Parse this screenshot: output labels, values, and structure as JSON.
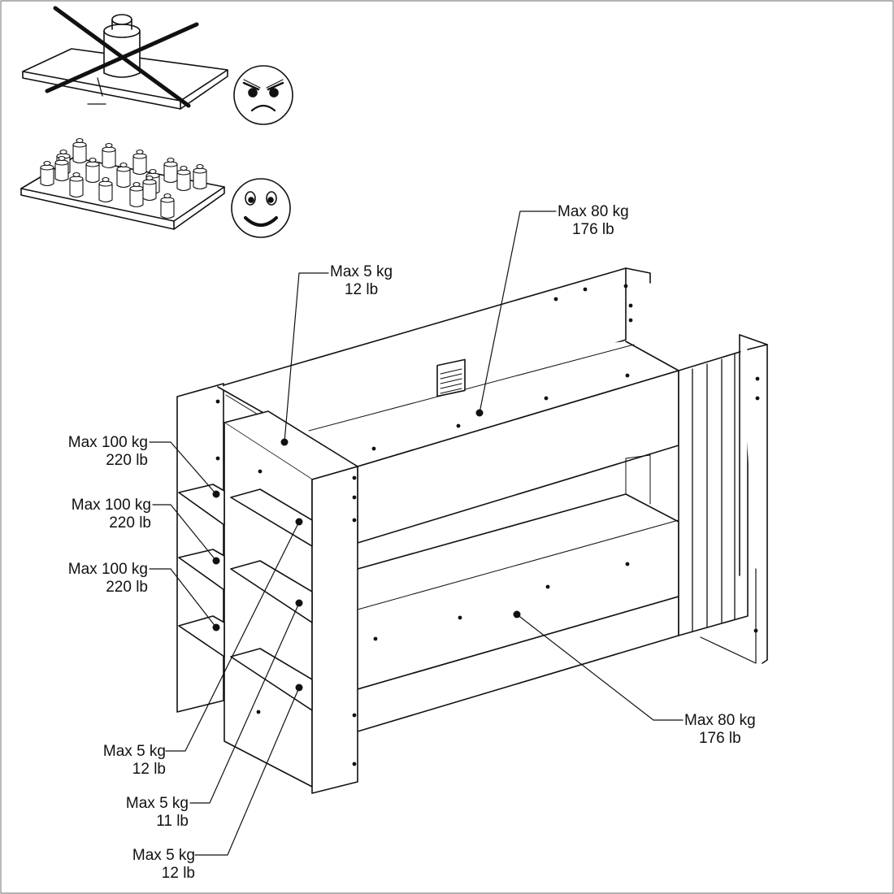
{
  "icons": {
    "good": "happy-face-icon",
    "bad": "angry-face-icon",
    "weight": "weight-icon"
  },
  "labels": {
    "top_bed": {
      "line1": "Max 80 kg",
      "line2": "176 lb"
    },
    "top_shelf": {
      "line1": "Max 5 kg",
      "line2": "12 lb"
    },
    "side_shelf_1": {
      "line1": "Max 100 kg",
      "line2": "220 lb"
    },
    "side_shelf_2": {
      "line1": "Max 100 kg",
      "line2": "220 lb"
    },
    "side_shelf_3": {
      "line1": "Max 100 kg",
      "line2": "220 lb"
    },
    "bottom_bed": {
      "line1": "Max 80 kg",
      "line2": "176 lb"
    },
    "inner_shelf_1": {
      "line1": "Max 5 kg",
      "line2": "12 lb"
    },
    "inner_shelf_2": {
      "line1": "Max 5 kg",
      "line2": "11 lb"
    },
    "inner_shelf_3": {
      "line1": "Max 5 kg",
      "line2": "12 lb"
    }
  }
}
